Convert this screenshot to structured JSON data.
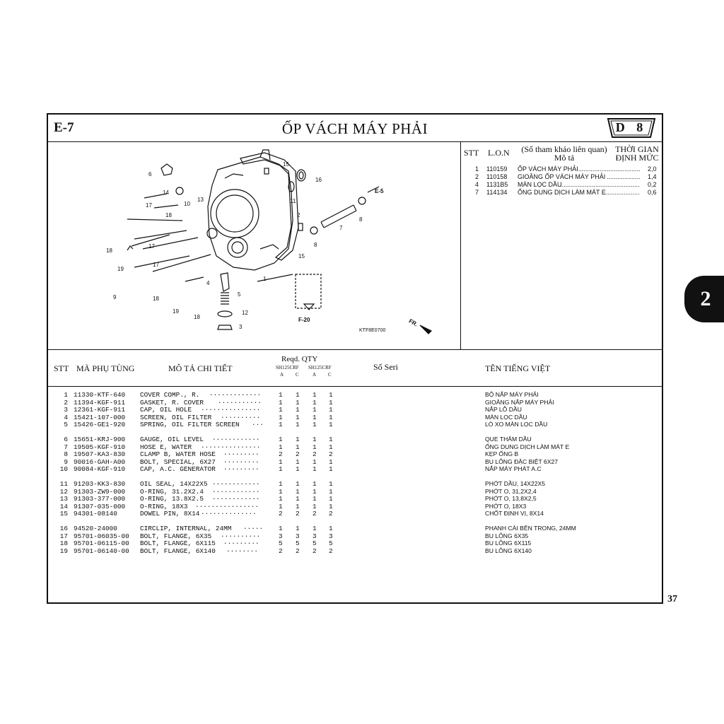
{
  "header": {
    "code": "E-7",
    "title": "ỐP VÁCH MÁY PHẢI",
    "section": "D 8"
  },
  "labor": {
    "headers": {
      "stt": "STT",
      "lon": "L.O.N",
      "ref_line1": "(Số tham khảo liên quan)",
      "ref_line2": "Mô tả",
      "time_line1": "THỜI GIAN",
      "time_line2": "ĐỊNH MỨC"
    },
    "rows": [
      {
        "stt": "1",
        "lon": "110159",
        "desc": "ỐP VÁCH MÁY PHẢI",
        "time": "2,0"
      },
      {
        "stt": "2",
        "lon": "110158",
        "desc": "GIOĂNG ỐP VÁCH MÁY PHẢI",
        "time": "1,4"
      },
      {
        "stt": "4",
        "lon": "1131B5",
        "desc": "MÀN LỌC DẦU",
        "time": "0,2"
      },
      {
        "stt": "7",
        "lon": "114134",
        "desc": "ỐNG DUNG DỊCH LÀM MÁT E",
        "time": "0,6"
      }
    ]
  },
  "diagram": {
    "ref_e5": "E-5",
    "ref_f20": "F-20",
    "code": "KTF8E0700",
    "front": "FR.",
    "callouts": [
      "6",
      "14",
      "15",
      "16",
      "13",
      "10",
      "17",
      "18",
      "18",
      "17",
      "19",
      "17",
      "4",
      "9",
      "18",
      "19",
      "18",
      "12",
      "5",
      "3",
      "1",
      "2",
      "11",
      "7",
      "8",
      "8",
      "15"
    ]
  },
  "table_header": {
    "stt": "STT",
    "part_no": "MÃ PHỤ TÙNG",
    "desc": "MÔ TẢ CHI TIẾT",
    "reqd_qty": "Reqd. QTY",
    "model1": "SH125CRF",
    "model2": "SH125CRF",
    "a1": "A",
    "c1": "C",
    "a2": "A",
    "c2": "C",
    "serial": "Số Seri",
    "vn_name": "TÊN TIẾNG VIỆT"
  },
  "parts_groups": [
    [
      {
        "stt": "1",
        "part": "11330-KTF-640",
        "desc": "COVER COMP., R.",
        "q": [
          "1",
          "1",
          "1",
          "1"
        ],
        "vn": "BỘ NẮP MÁY PHẢI"
      },
      {
        "stt": "2",
        "part": "11394-KGF-911",
        "desc": "GASKET, R. COVER",
        "q": [
          "1",
          "1",
          "1",
          "1"
        ],
        "vn": "GIOĂNG NẮP MÁY PHẢI"
      },
      {
        "stt": "3",
        "part": "12361-KGF-911",
        "desc": "CAP, OIL HOLE",
        "q": [
          "1",
          "1",
          "1",
          "1"
        ],
        "vn": "NẮP LỖ DẦU"
      },
      {
        "stt": "4",
        "part": "15421-107-000",
        "desc": "SCREEN, OIL FILTER",
        "q": [
          "1",
          "1",
          "1",
          "1"
        ],
        "vn": "MÀN LỌC DẦU"
      },
      {
        "stt": "5",
        "part": "15426-GE1-920",
        "desc": "SPRING, OIL FILTER SCREEN",
        "q": [
          "1",
          "1",
          "1",
          "1"
        ],
        "vn": "LÒ XO MÀN LỌC DẦU"
      }
    ],
    [
      {
        "stt": "6",
        "part": "15651-KRJ-900",
        "desc": "GAUGE, OIL LEVEL",
        "q": [
          "1",
          "1",
          "1",
          "1"
        ],
        "vn": "QUE THĂM DẦU"
      },
      {
        "stt": "7",
        "part": "19505-KGF-910",
        "desc": "HOSE E, WATER",
        "q": [
          "1",
          "1",
          "1",
          "1"
        ],
        "vn": "ỐNG DUNG DỊCH LÀM MÁT E"
      },
      {
        "stt": "8",
        "part": "19507-KA3-830",
        "desc": "CLAMP B, WATER HOSE",
        "q": [
          "2",
          "2",
          "2",
          "2"
        ],
        "vn": "KẸP ỐNG B"
      },
      {
        "stt": "9",
        "part": "90016-GAH-A00",
        "desc": "BOLT, SPECIAL, 6X27",
        "q": [
          "1",
          "1",
          "1",
          "1"
        ],
        "vn": "BU LÔNG ĐẶC BIỆT 6X27"
      },
      {
        "stt": "10",
        "part": "90084-KGF-910",
        "desc": "CAP, A.C. GENERATOR",
        "q": [
          "1",
          "1",
          "1",
          "1"
        ],
        "vn": "NẮP MÁY PHÁT A.C"
      }
    ],
    [
      {
        "stt": "11",
        "part": "91203-KK3-830",
        "desc": "OIL SEAL, 14X22X5",
        "q": [
          "1",
          "1",
          "1",
          "1"
        ],
        "vn": "PHỚT DẦU, 14X22X5"
      },
      {
        "stt": "12",
        "part": "91303-ZW9-000",
        "desc": "O-RING, 31.2X2.4",
        "q": [
          "1",
          "1",
          "1",
          "1"
        ],
        "vn": "PHỚT O, 31,2X2,4"
      },
      {
        "stt": "13",
        "part": "91303-377-000",
        "desc": "O-RING, 13.8X2.5",
        "q": [
          "1",
          "1",
          "1",
          "1"
        ],
        "vn": "PHỚT O, 13,8X2,5"
      },
      {
        "stt": "14",
        "part": "91307-035-000",
        "desc": "O-RING, 18X3",
        "q": [
          "1",
          "1",
          "1",
          "1"
        ],
        "vn": "PHỚT O, 18X3"
      },
      {
        "stt": "15",
        "part": "94301-08140",
        "desc": "DOWEL PIN, 8X14",
        "q": [
          "2",
          "2",
          "2",
          "2"
        ],
        "vn": "CHỐT ĐỊNH VỊ, 8X14"
      }
    ],
    [
      {
        "stt": "16",
        "part": "94520-24000",
        "desc": "CIRCLIP, INTERNAL, 24MM",
        "q": [
          "1",
          "1",
          "1",
          "1"
        ],
        "vn": "PHANH CÀI BÊN TRONG, 24MM"
      },
      {
        "stt": "17",
        "part": "95701-06035-00",
        "desc": "BOLT, FLANGE, 6X35",
        "q": [
          "3",
          "3",
          "3",
          "3"
        ],
        "vn": "BU LÔNG 6X35"
      },
      {
        "stt": "18",
        "part": "95701-06115-00",
        "desc": "BOLT, FLANGE, 6X115",
        "q": [
          "5",
          "5",
          "5",
          "5"
        ],
        "vn": "BU LÔNG 6X115"
      },
      {
        "stt": "19",
        "part": "95701-06140-00",
        "desc": "BOLT, FLANGE, 6X140",
        "q": [
          "2",
          "2",
          "2",
          "2"
        ],
        "vn": "BU LÔNG 6X140"
      }
    ]
  ],
  "side_tab": "2",
  "page_number": "37"
}
